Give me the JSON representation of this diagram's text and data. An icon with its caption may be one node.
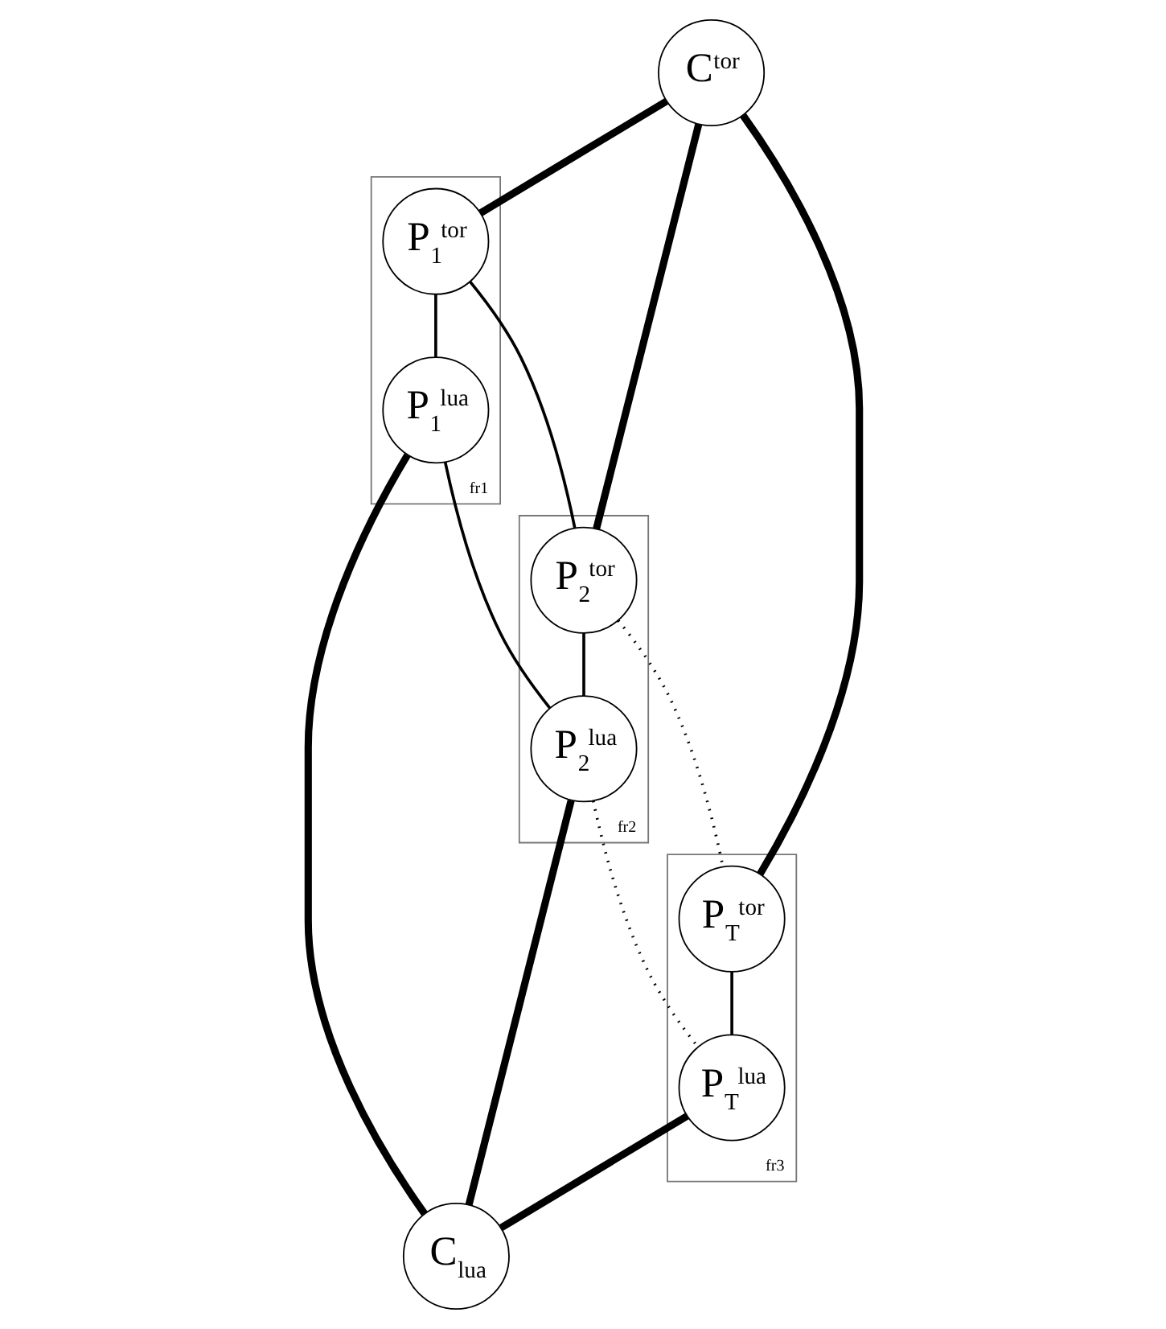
{
  "diagram": {
    "nodes": [
      {
        "text": [
          "C$^{tor}$"
        ]
      },
      {
        "text": [
          "fr1"
        ]
      },
      {
        "text": [
          "P$_{1}$$^{tor}$"
        ],
        "in": 1
      },
      {
        "text": [
          "P$_{1}$$^{lua}$"
        ],
        "in": 1
      },
      {
        "text": [
          "fr2"
        ]
      },
      {
        "text": [
          "P$_{2}$$^{tor}$"
        ],
        "in": 4
      },
      {
        "text": [
          "P$_{2}$$^{lua}$"
        ],
        "in": 4
      },
      {
        "text": [
          "fr3"
        ]
      },
      {
        "text": [
          "P$_{T}$$^{tor}$"
        ],
        "in": 7
      },
      {
        "text": [
          "P$_{T}$$^{lua}$"
        ],
        "in": 7
      },
      {
        "text": [
          "C$_{lua}$"
        ]
      }
    ],
    "edges": [
      {
        "from": 0,
        "to": 2,
        "arrow": "none",
        "style": "thick"
      },
      {
        "from": 0,
        "to": 5,
        "arrow": "none",
        "style": "thick"
      },
      {
        "from": 0,
        "to": 8,
        "arrow": "none",
        "style": "thick"
      },
      {
        "from": 2,
        "to": 5,
        "arrow": "none"
      },
      {
        "from": 5,
        "to": 8,
        "arrow": "none",
        "style": "dashed"
      },
      {
        "from": 2,
        "to": 3,
        "arrow": "none"
      },
      {
        "from": 5,
        "to": 6,
        "arrow": "none"
      },
      {
        "from": 8,
        "to": 9,
        "arrow": "none"
      },
      {
        "from": 3,
        "to": 6,
        "arrow": "none"
      },
      {
        "from": 6,
        "to": 9,
        "arrow": "none",
        "style": "dashed"
      },
      {
        "from": 3,
        "to": 10,
        "arrow": "none",
        "style": "thick"
      },
      {
        "from": 6,
        "to": 10,
        "arrow": "none",
        "style": "thick"
      },
      {
        "from": 9,
        "to": 10,
        "arrow": "none",
        "style": "thick"
      }
    ]
  }
}
